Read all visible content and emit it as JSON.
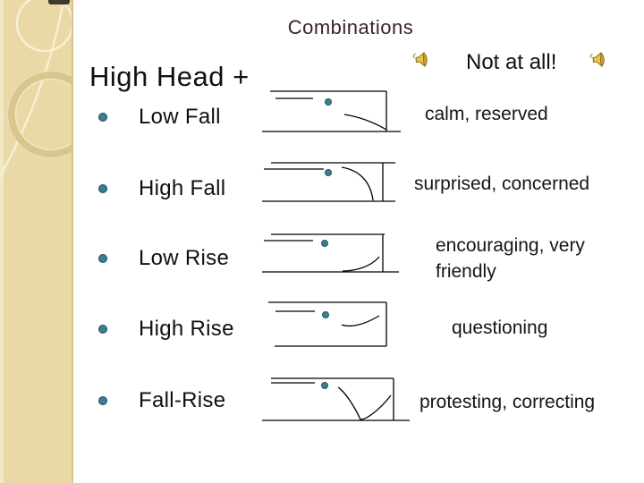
{
  "slide": {
    "title": "Combinations",
    "heading": "High Head +",
    "example": "Not at all!",
    "rows": [
      {
        "tone": "Low Fall",
        "meaning": "calm, reserved",
        "contour": "low-fall"
      },
      {
        "tone": "High Fall",
        "meaning": "surprised, concerned",
        "contour": "high-fall"
      },
      {
        "tone": "Low Rise",
        "meaning": "encouraging, very friendly",
        "contour": "low-rise"
      },
      {
        "tone": "High Rise",
        "meaning": "questioning",
        "contour": "high-rise"
      },
      {
        "tone": "Fall-Rise",
        "meaning": "protesting, correcting",
        "contour": "fall-rise"
      }
    ],
    "icons": {
      "speaker": "speaker-icon (gold loudspeaker)",
      "bullet": "teal round bullet",
      "syllable_dot": "teal dot marking stressed syllable"
    },
    "colors": {
      "sidebar_tan": "#E8D9A6",
      "sidebar_ring": "#D8C48B",
      "title_brown": "#3A2422",
      "bullet_teal": "#3E7E93",
      "text_black": "#101010",
      "speaker_gold": "#E9C256"
    }
  }
}
